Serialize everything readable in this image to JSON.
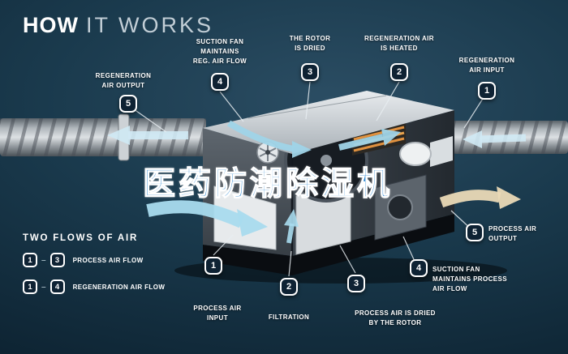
{
  "title": {
    "word1": "HOW",
    "word2": "IT WORKS"
  },
  "overlay": {
    "text": "医药防潮除湿机"
  },
  "callouts": {
    "regen_output": {
      "num": "5",
      "label": "REGENERATION\nAIR OUTPUT"
    },
    "suction_reg": {
      "num": "4",
      "label": "SUCTION FAN\nMAINTAINS\nREG. AIR FLOW"
    },
    "rotor_dried": {
      "num": "3",
      "label": "THE ROTOR\nIS DRIED"
    },
    "regen_heated": {
      "num": "2",
      "label": "REGENERATION AIR\nIS HEATED"
    },
    "regen_input": {
      "num": "1",
      "label": "REGENERATION\nAIR INPUT"
    },
    "process_output": {
      "num": "5",
      "label": "PROCESS AIR\nOUTPUT"
    },
    "suction_process": {
      "num": "4",
      "label": "SUCTION FAN\nMAINTAINS PROCESS\nAIR FLOW"
    },
    "process_dried": {
      "num": "3",
      "label": "PROCESS AIR IS DRIED\nBY THE ROTOR"
    },
    "filtration": {
      "num": "2",
      "label": "FILTRATION"
    },
    "process_input": {
      "num": "1",
      "label": "PROCESS AIR\nINPUT"
    }
  },
  "legend": {
    "title": "TWO FLOWS OF AIR",
    "items": [
      {
        "start": "1",
        "dash": "–",
        "end": "3",
        "label": "PROCESS AIR FLOW"
      },
      {
        "start": "1",
        "dash": "–",
        "end": "4",
        "label": "REGENERATION AIR FLOW"
      }
    ]
  },
  "colors": {
    "background": "#12293a",
    "accent_airflow": "#9fd4e8",
    "cream_airflow": "#ead9b6",
    "overlay_text": "#1e7fd0",
    "badge_background": "#0e2233",
    "heater_orange": "#e0913f"
  }
}
